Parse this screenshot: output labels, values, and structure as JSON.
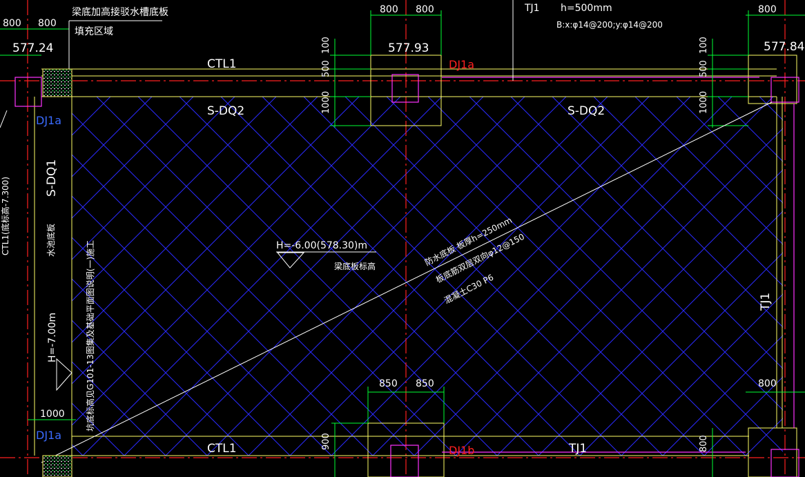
{
  "colors": {
    "background": "#000000",
    "axis_red": "#ff2020",
    "wall_yellow": "#ffff66",
    "dim_green": "#00ff33",
    "hatch_blue": "#2a2aff",
    "footing_magenta": "#ff33ff",
    "text_white": "#ffffff"
  },
  "dimensions": {
    "top_left_a": "800",
    "top_left_b": "800",
    "top_mid_a": "800",
    "top_mid_b": "800",
    "top_right_a": "800",
    "bottom_mid_a": "850",
    "bottom_mid_b": "850",
    "bottom_right": "800",
    "left_1000": "1000",
    "v_100_mid": "100",
    "v_500_mid": "500",
    "v_1000_mid": "1000",
    "v_100_right": "100",
    "v_500_right": "500",
    "v_1000_right": "1000",
    "v_900_bottom": "900",
    "v_800_bottom": "800"
  },
  "elevations": {
    "tl": "577.24",
    "tm": "577.93",
    "tr": "577.84"
  },
  "labels": {
    "ctl1_top": "CTL1",
    "ctl1_bottom": "CTL1",
    "sdq2_left": "S-DQ2",
    "sdq2_right": "S-DQ2",
    "sdq1": "S-DQ1",
    "tj1_top": "TJ1",
    "tj1_bottom": "TJ1",
    "tj1_right": "TJ1",
    "dj1a_top": "DJ1a",
    "dj1a_left": "DJ1a",
    "dj1a_bottom": "DJ1a",
    "dj1b": "DJ1b",
    "h_main": "H=-6.00(578.30)m",
    "h_left": "H=-7.00m",
    "ctl_left_vertical": "CTL1(底标高-7.300)"
  },
  "notes": {
    "top_left_1": "梁底加高接驳水槽底板",
    "top_left_2": "填充区域",
    "tj1_spec_1": "h=500mm",
    "tj1_spec_2": "B:x:φ14@200;y:φ14@200",
    "slab_1": "防水底板 板厚h=250mm",
    "slab_2": "板底筋双层双向φ12@150",
    "slab_3": "混凝土C30 P6",
    "elev_note": "梁底板标高",
    "left_side": "水池底板",
    "left_long": "坑底标高见G101-13图集及基础平面图说明(一)施工"
  }
}
